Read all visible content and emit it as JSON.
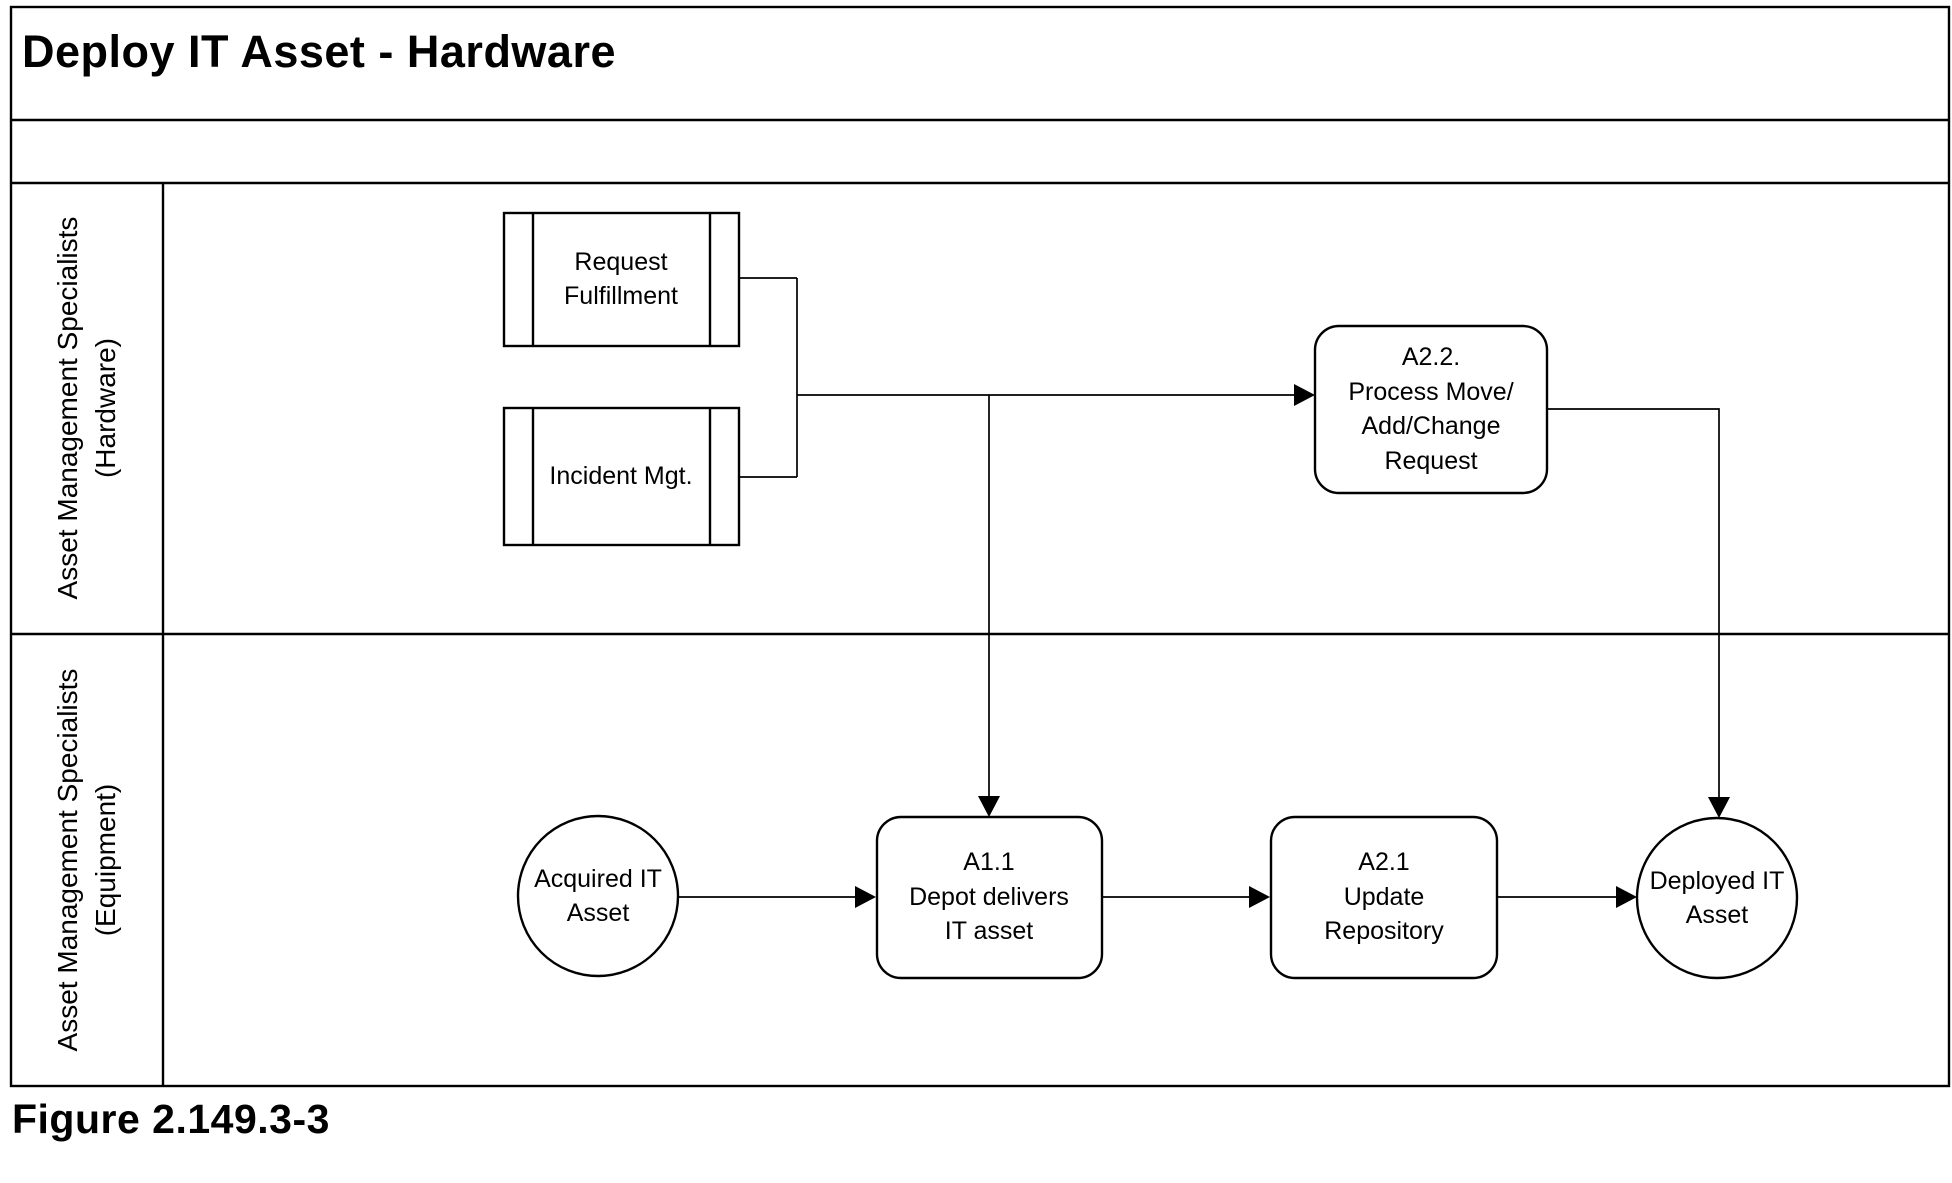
{
  "colors": {
    "ink": "#000000",
    "paper": "#ffffff"
  },
  "header": {
    "title": "Deploy IT Asset - Hardware"
  },
  "caption": "Figure 2.149.3-3",
  "lanes": [
    {
      "id": "hardware",
      "label": "Asset Management Specialists\n(Hardware)"
    },
    {
      "id": "equipment",
      "label": "Asset Management Specialists\n(Equipment)"
    }
  ],
  "nodes": {
    "request_fulfillment": {
      "label": "Request\nFulfillment",
      "shape": "subprocess",
      "lane": "hardware"
    },
    "incident_mgt": {
      "label": "Incident Mgt.",
      "shape": "subprocess",
      "lane": "hardware"
    },
    "a2_2": {
      "label": "A2.2.\nProcess Move/\nAdd/Change\nRequest",
      "shape": "process",
      "lane": "hardware"
    },
    "acquired_it_asset": {
      "label": "Acquired IT\nAsset",
      "shape": "start-circle",
      "lane": "equipment"
    },
    "a1_1": {
      "label": "A1.1\nDepot delivers\nIT asset",
      "shape": "process",
      "lane": "equipment"
    },
    "a2_1": {
      "label": "A2.1\nUpdate\nRepository",
      "shape": "process",
      "lane": "equipment"
    },
    "deployed_it_asset": {
      "label": "Deployed IT\nAsset",
      "shape": "end-circle",
      "lane": "equipment"
    }
  },
  "edges": [
    {
      "from": "request_fulfillment",
      "to": "a2_2"
    },
    {
      "from": "incident_mgt",
      "to": "a2_2"
    },
    {
      "from": "request_fulfillment+incident_mgt",
      "to": "a1_1"
    },
    {
      "from": "a2_2",
      "to": "deployed_it_asset"
    },
    {
      "from": "acquired_it_asset",
      "to": "a1_1"
    },
    {
      "from": "a1_1",
      "to": "a2_1"
    },
    {
      "from": "a2_1",
      "to": "deployed_it_asset"
    }
  ]
}
